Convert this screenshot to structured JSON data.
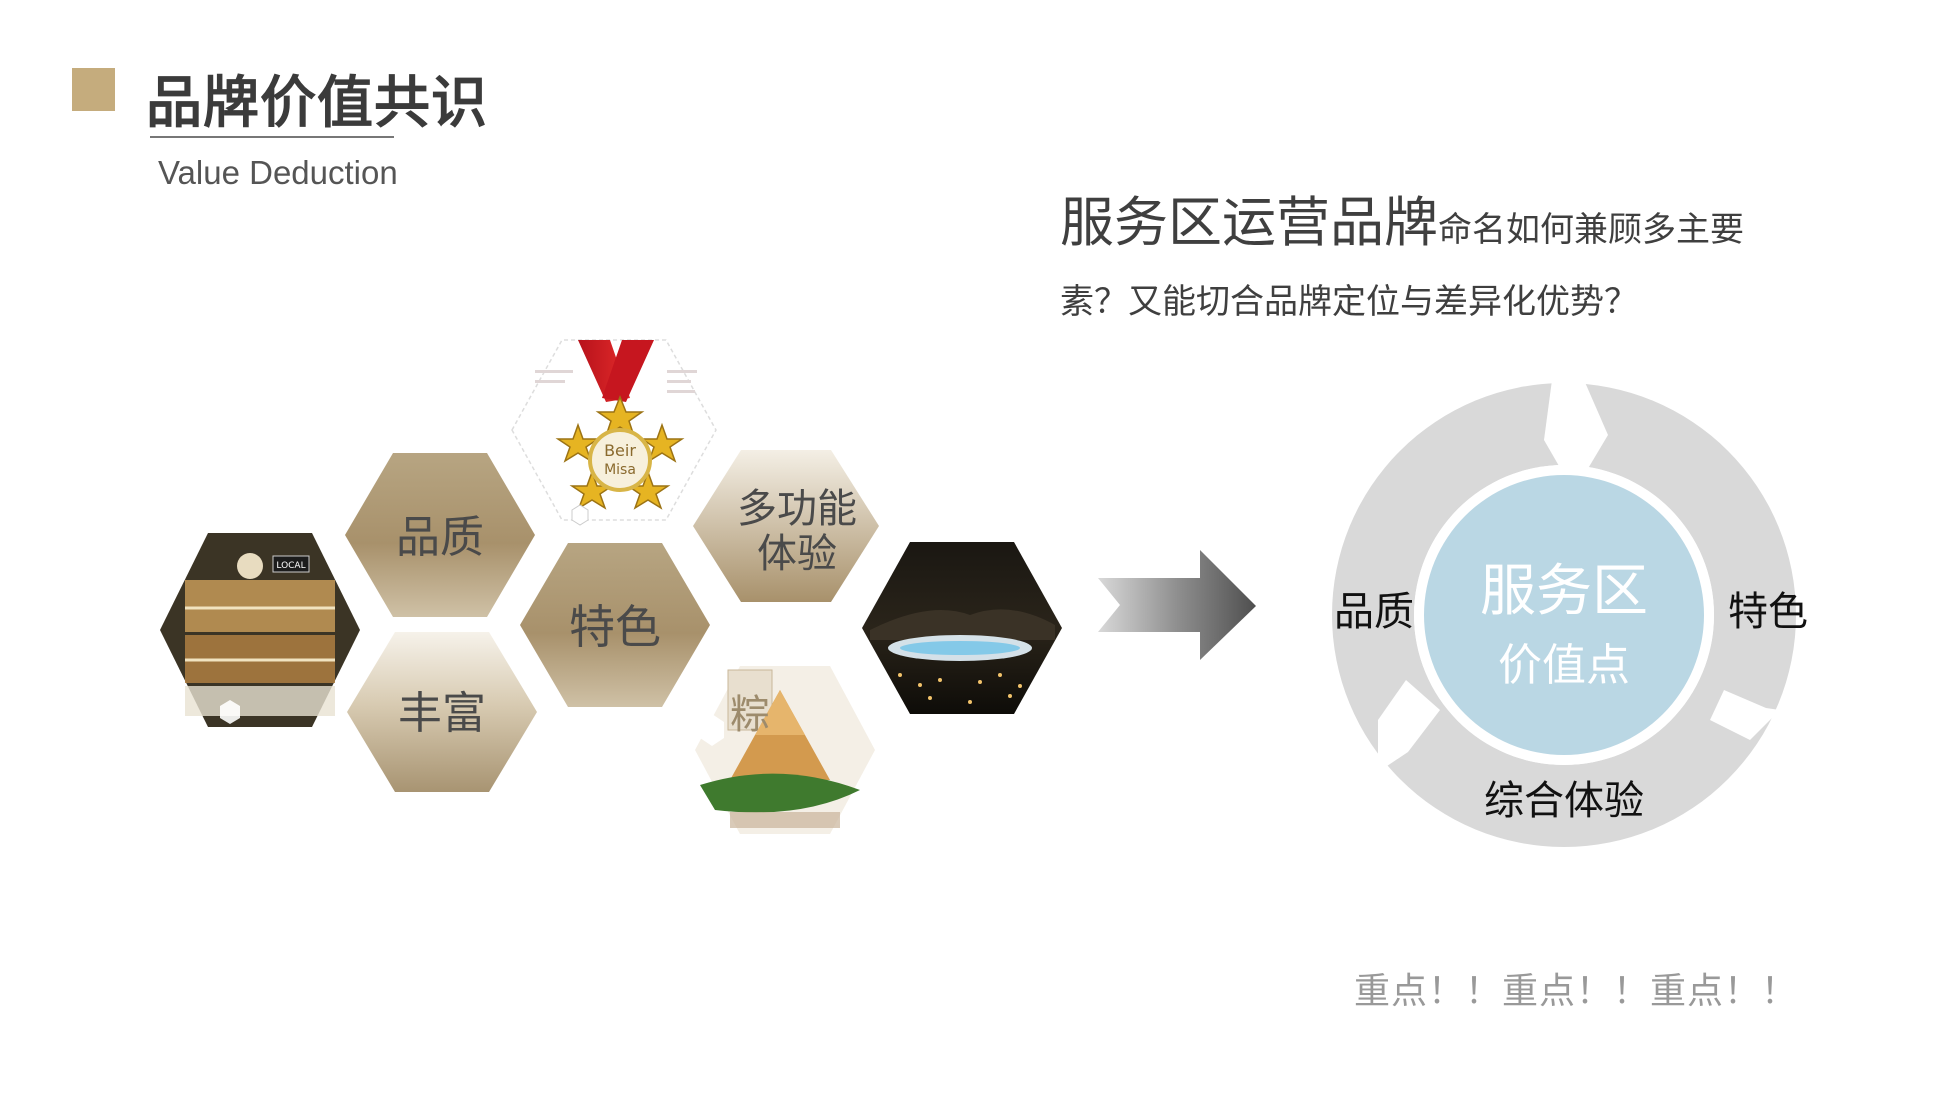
{
  "header": {
    "title": "品牌价值共识",
    "subtitle": "Value Deduction",
    "accent_color": "#c5ac7d"
  },
  "question": {
    "part_large": "服务区运营品牌",
    "part_small": "命名如何兼顾多主要",
    "line2": "素？又能切合品牌定位与差异化优势？"
  },
  "hexagons": {
    "quality": "品质",
    "rich": "丰富",
    "feature": "特色",
    "multi_line1": "多功能",
    "multi_line2": "体验",
    "medal_text_line1": "Beir",
    "medal_text_line2": "Misa",
    "dumpling_text": "粽",
    "store_sign": "LOCAL",
    "images": [
      "store-photo",
      "medal-photo",
      "night-stadium-photo",
      "zongzi-photo"
    ],
    "hex_color": "#b3a07d"
  },
  "ring": {
    "left_label": "品质",
    "right_label": "特色",
    "bottom_label": "综合体验",
    "center_line1": "服务区",
    "center_line2": "价值点",
    "ring_color": "#d9d9d9",
    "center_color": "#bad7e4"
  },
  "footer": {
    "emphasis": "重点！！重点！！重点！！"
  }
}
